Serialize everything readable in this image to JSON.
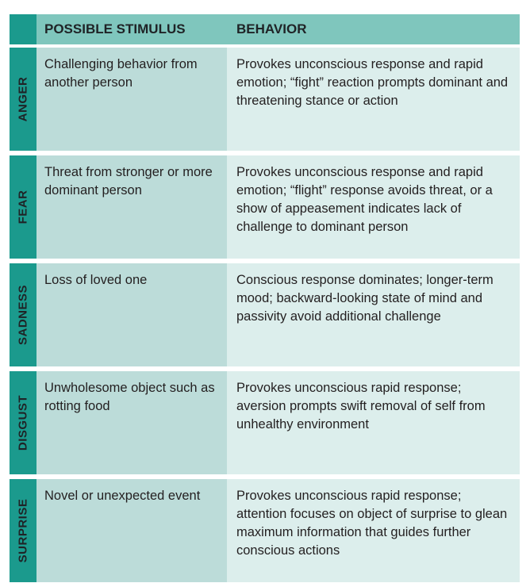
{
  "headers": {
    "stimulus": "POSSIBLE STIMULUS",
    "behavior": "BEHAVIOR"
  },
  "rows": [
    {
      "emotion": "ANGER",
      "stimulus": "Challenging behavior from another person",
      "behavior": "Provokes unconscious response and rapid emotion; “fight” reaction prompts dominant and threatening stance or action"
    },
    {
      "emotion": "FEAR",
      "stimulus": "Threat from stronger or more dominant person",
      "behavior": "Provokes unconscious response and rapid emotion; “flight” response avoids threat, or a show of appeasement indicates lack of challenge to dominant person"
    },
    {
      "emotion": "SADNESS",
      "stimulus": "Loss of loved one",
      "behavior": "Conscious response dominates; longer-term mood; backward-looking state of mind and passivity avoid additional challenge"
    },
    {
      "emotion": "DISGUST",
      "stimulus": "Unwholesome object such as rotting food",
      "behavior": "Provokes unconscious rapid response; aversion prompts swift removal of self from unhealthy environment"
    },
    {
      "emotion": "SURPRISE",
      "stimulus": "Novel or unexpected event",
      "behavior": "Provokes unconscious rapid response; attention focuses on object of surprise to glean maximum information that guides further conscious actions"
    }
  ]
}
